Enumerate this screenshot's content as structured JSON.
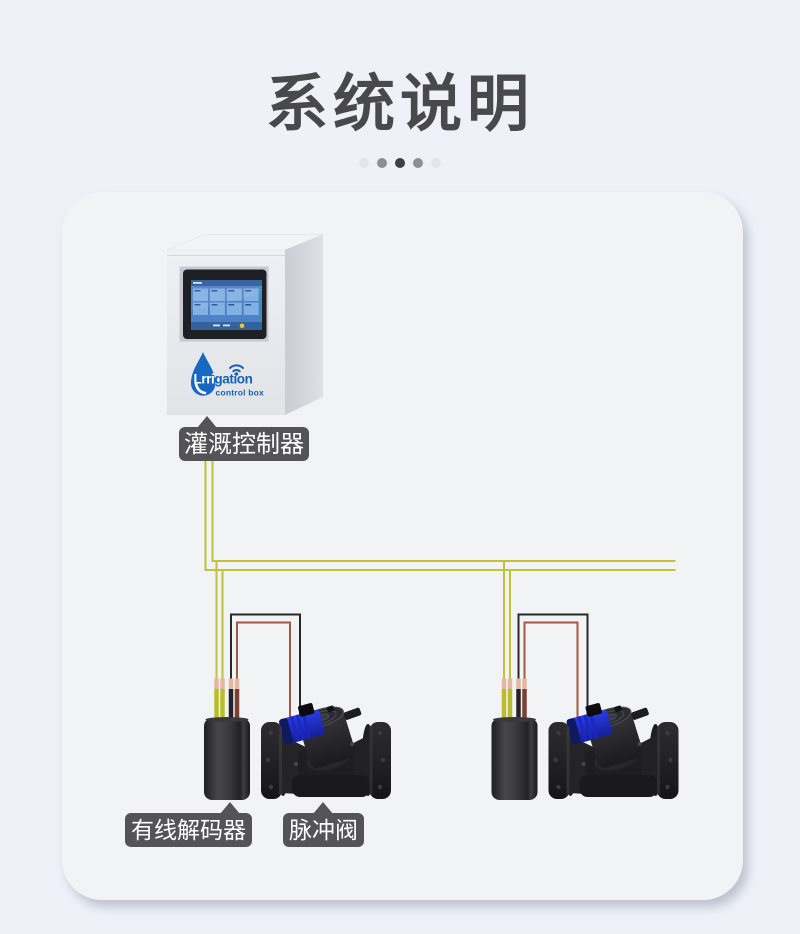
{
  "title": "系统说明",
  "pagination": {
    "dots": [
      "#e3e4ea",
      "#8e8e96",
      "#3e3e46",
      "#8e8e96",
      "#e3e4ea"
    ]
  },
  "card": {
    "background": "#f2f3f5"
  },
  "diagram": {
    "controller": {
      "label": "灌溉控制器",
      "brand_prefix": "Lrri",
      "brand_suffix": "gation",
      "brand_sub": "control box"
    },
    "decoder": {
      "label": "有线解码器"
    },
    "valve": {
      "label": "脉冲阀"
    },
    "colors": {
      "wire_signal": "#bfc23a",
      "wire_black": "#28282a",
      "wire_red": "#a8583f",
      "copper_tip": "#e5b6a0",
      "solenoid_blue": "#2b3ce8",
      "logo_blue": "#1560b6"
    }
  }
}
